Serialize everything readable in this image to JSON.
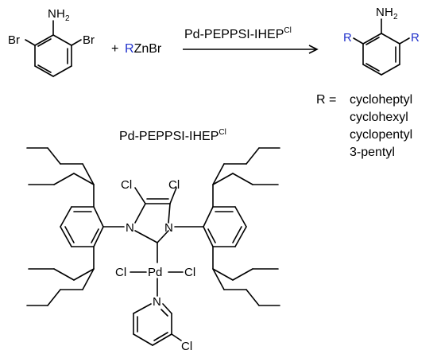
{
  "colors": {
    "r_group": "#2233cc",
    "ink": "#000000"
  },
  "reaction": {
    "reactant_amine_N": "N",
    "reactant_amine_H": "H",
    "reactant_amine_sub": "2",
    "reactant_Br_left": "Br",
    "reactant_Br_right": "Br",
    "plus": "+",
    "reagent_R": "R",
    "reagent_rest": "ZnBr",
    "catalyst_name": "Pd-PEPPSI-IHEP",
    "catalyst_sup": "Cl",
    "product_amine_N": "N",
    "product_amine_H": "H",
    "product_amine_sub": "2",
    "product_R_left": "R",
    "product_R_right": "R"
  },
  "r_groups": {
    "prefix": "R =",
    "items": [
      "cycloheptyl",
      "cyclohexyl",
      "cyclopentyl",
      "3-pentyl"
    ]
  },
  "catalyst_structure": {
    "title": "Pd-PEPPSI-IHEP",
    "title_sup": "Cl",
    "Cl_ring_left": "Cl",
    "Cl_ring_right": "Cl",
    "N_left": "N",
    "N_right": "N",
    "Pd": "Pd",
    "Cl_pd_left": "Cl",
    "Cl_pd_right": "Cl",
    "N_pyridine": "N",
    "Cl_pyridine": "Cl"
  }
}
